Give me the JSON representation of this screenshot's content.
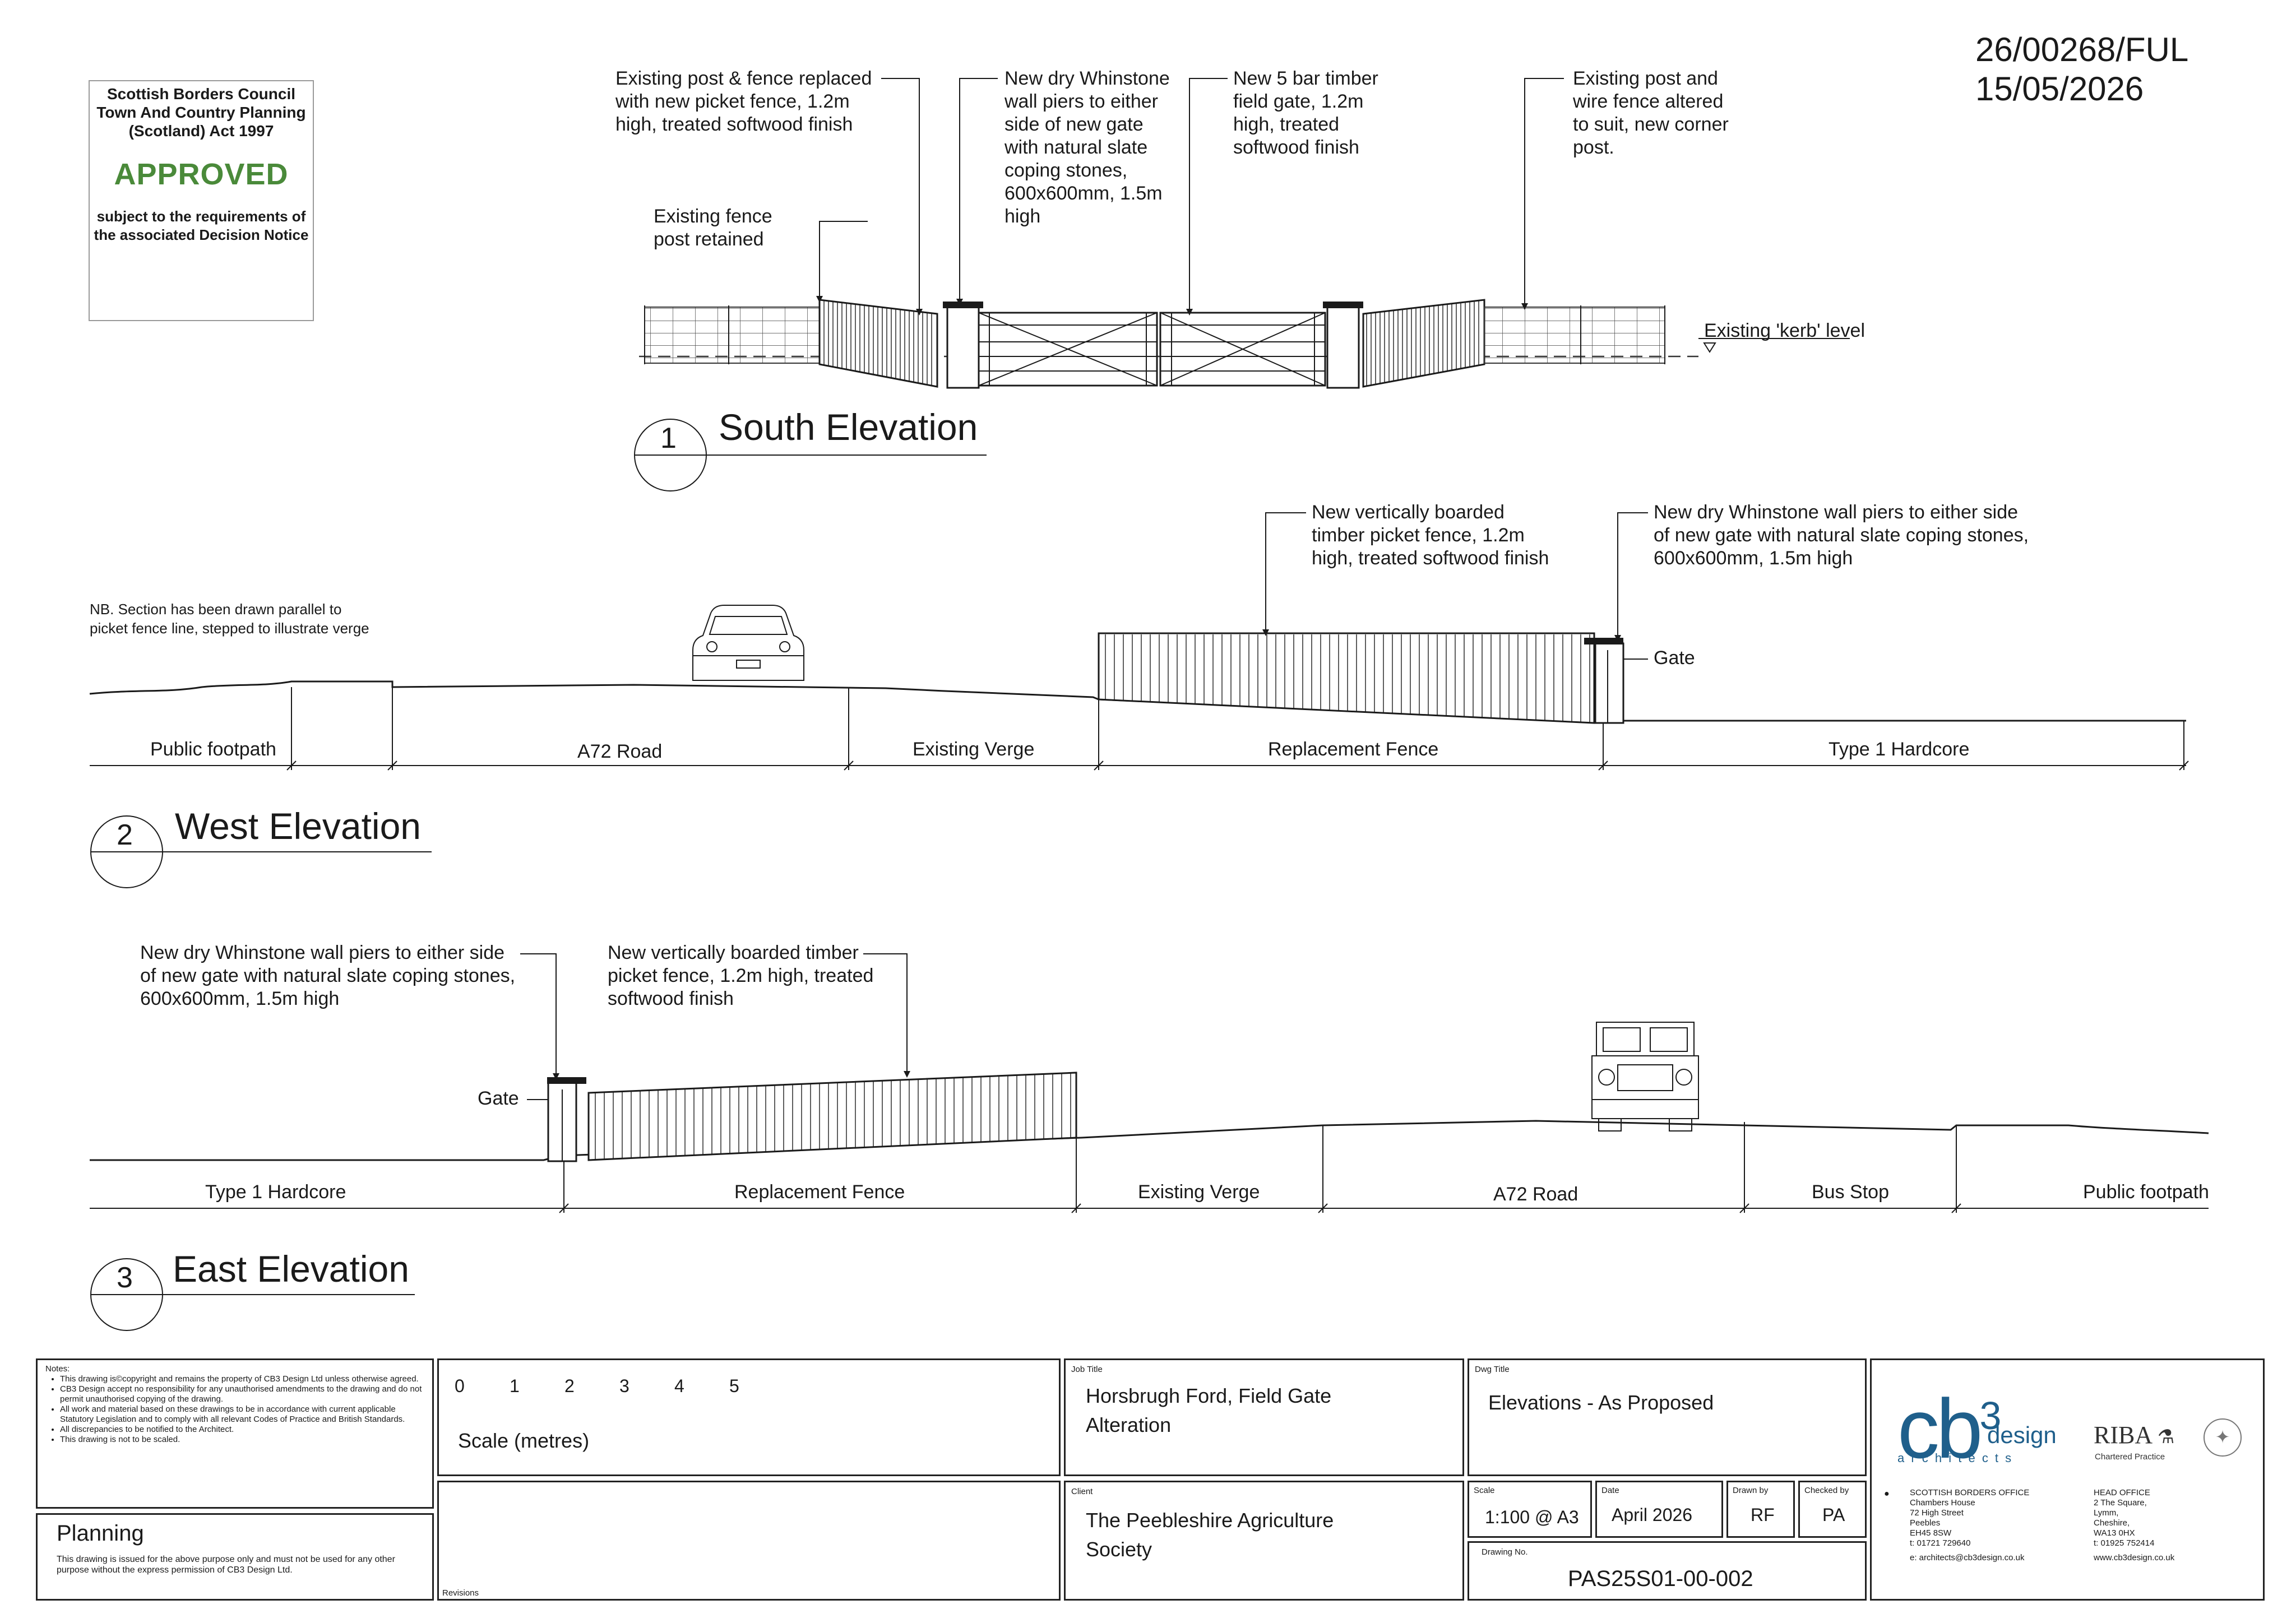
{
  "reference": {
    "application": "26/00268/FUL",
    "date": "15/05/2026"
  },
  "stamp": {
    "authority": "Scottish Borders Council Town And Country Planning (Scotland) Act 1997",
    "status": "APPROVED",
    "condition": "subject to the requirements of the associated Decision Notice",
    "status_color": "#4a8a3a"
  },
  "south": {
    "number": "1",
    "title": "South Elevation",
    "notes": {
      "picket": [
        "Existing post & fence replaced",
        "with new picket fence, 1.2m",
        "high, treated softwood finish"
      ],
      "piers": [
        "New dry Whinstone",
        "wall piers to either",
        "side of new gate",
        "with natural slate",
        "coping stones,",
        "600x600mm, 1.5m",
        "high"
      ],
      "gate": [
        "New 5 bar timber",
        "field gate, 1.2m",
        "high, treated",
        "softwood finish"
      ],
      "wire": [
        "Existing post and",
        "wire fence altered",
        "to suit, new corner",
        "post."
      ],
      "post": [
        "Existing fence",
        "post retained"
      ],
      "kerb": "Existing 'kerb' level"
    }
  },
  "west": {
    "number": "2",
    "title": "West Elevation",
    "nb": [
      "NB. Section has been drawn parallel to",
      "picket fence line, stepped to illustrate verge"
    ],
    "fence_note": [
      "New vertically boarded",
      "timber picket fence, 1.2m",
      "high, treated softwood finish"
    ],
    "pier_note": [
      "New dry Whinstone wall piers to either side",
      "of new gate with natural slate coping stones,",
      "600x600mm, 1.5m high"
    ],
    "gate_label": "Gate",
    "zones": [
      "Public footpath",
      "A72 Road",
      "Existing Verge",
      "Replacement Fence",
      "Type 1 Hardcore"
    ]
  },
  "east": {
    "number": "3",
    "title": "East Elevation",
    "pier_note": [
      "New dry Whinstone wall piers to either side",
      "of new gate with natural slate coping stones,",
      "600x600mm, 1.5m high"
    ],
    "fence_note": [
      "New vertically boarded timber",
      "picket fence, 1.2m high, treated",
      "softwood finish"
    ],
    "gate_label": "Gate",
    "zones": [
      "Type 1 Hardcore",
      "Replacement Fence",
      "Existing Verge",
      "A72 Road",
      "Bus Stop",
      "Public footpath"
    ]
  },
  "titleblock": {
    "notes_heading": "Notes:",
    "notes": [
      "This drawing is©copyright and remains the property of CB3 Design Ltd unless otherwise agreed.",
      "CB3 Design accept no responsibility for any unauthorised amendments to the drawing and do not permit unauthorised copying of the drawing.",
      "All work and material based on these drawings to be in accordance with current applicable Statutory Legislation and to comply with all relevant Codes of Practice and British Standards.",
      "All discrepancies to be notified to the Architect.",
      "This drawing is not to be scaled."
    ],
    "purpose": "Planning",
    "purpose_text": "This drawing is issued for the above purpose only and must not be used for any other purpose without the express permission of CB3 Design Ltd.",
    "scale_ticks": [
      "0",
      "1",
      "2",
      "3",
      "4",
      "5"
    ],
    "scale_label": "Scale (metres)",
    "revisions_label": "Revisions",
    "job_title_label": "Job Title",
    "job_title": [
      "Horsbrugh Ford, Field Gate",
      "Alteration"
    ],
    "client_label": "Client",
    "client": [
      "The Peebleshire Agriculture",
      "Society"
    ],
    "dwg_title_label": "Dwg Title",
    "dwg_title": "Elevations - As Proposed",
    "scale_field_label": "Scale",
    "scale_value": "1:100 @ A3",
    "date_label": "Date",
    "date_value": "April 2026",
    "drawn_label": "Drawn by",
    "drawn_value": "RF",
    "checked_label": "Checked by",
    "checked_value": "PA",
    "dwg_no_label": "Drawing No.",
    "dwg_no": "PAS25S01-00-002",
    "logo_main": "cb",
    "logo_sup": "3",
    "logo_design": "design",
    "logo_sub": "a r c h i t e c t s",
    "logo_color": "#1f5f8b",
    "riba": "RIBA",
    "riba_sub": "Chartered Practice",
    "office_left": [
      "SCOTTISH BORDERS OFFICE",
      "Chambers House",
      "72 High Street",
      "Peebles",
      "EH45 8SW",
      "t: 01721 729640",
      "e: architects@cb3design.co.uk"
    ],
    "office_right": [
      "HEAD OFFICE",
      "2 The Square,",
      "Lymm,",
      "Cheshire,",
      "WA13 0HX",
      "t: 01925 752414",
      "www.cb3design.co.uk"
    ]
  }
}
